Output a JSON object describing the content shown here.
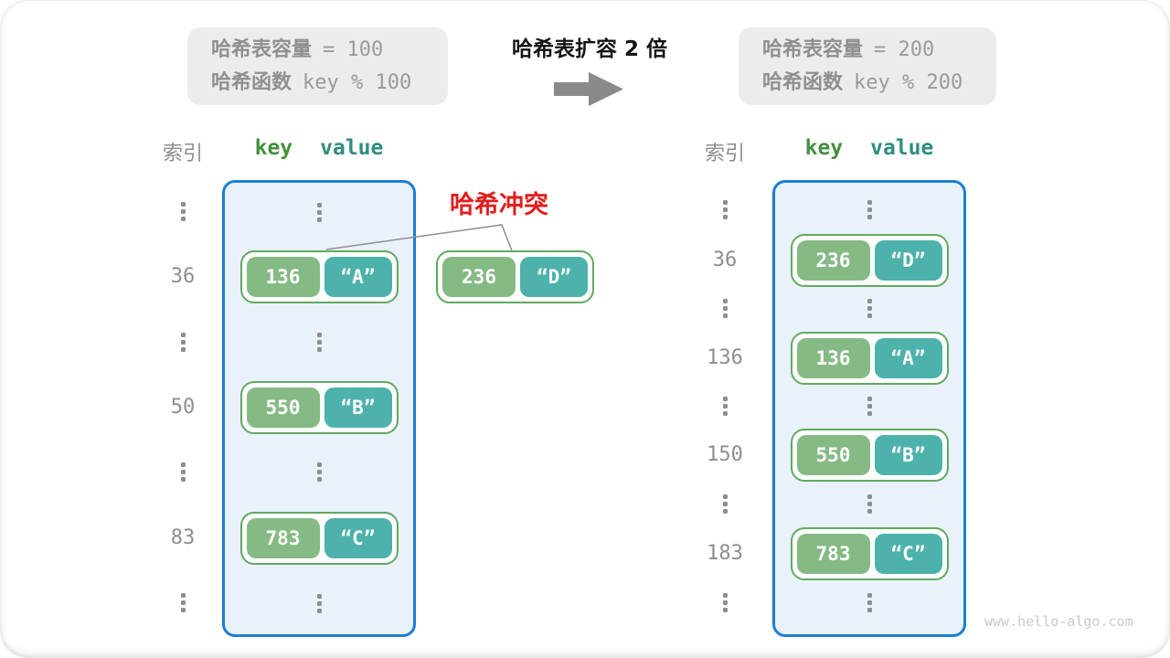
{
  "legend_left": {
    "line1_label": "哈希表容量",
    "line1_value": "= 100",
    "line2_label": "哈希函数",
    "line2_value": "key % 100"
  },
  "legend_right": {
    "line1_label": "哈希表容量",
    "line1_value": "= 200",
    "line2_label": "哈希函数",
    "line2_value": "key % 200"
  },
  "expand": {
    "title": "哈希表扩容 2 倍"
  },
  "collision_label": "哈希冲突",
  "headers": {
    "index": "索引",
    "key": "key",
    "value": "value"
  },
  "free_pair": {
    "key": "236",
    "value": "“D”"
  },
  "left_table": {
    "capacity": 100,
    "rows": [
      {
        "type": "dots"
      },
      {
        "type": "pair",
        "index": "36",
        "key": "136",
        "value": "“A”"
      },
      {
        "type": "dots"
      },
      {
        "type": "pair",
        "index": "50",
        "key": "550",
        "value": "“B”"
      },
      {
        "type": "dots"
      },
      {
        "type": "pair",
        "index": "83",
        "key": "783",
        "value": "“C”"
      },
      {
        "type": "dots"
      }
    ]
  },
  "right_table": {
    "capacity": 200,
    "rows": [
      {
        "type": "dots"
      },
      {
        "type": "pair",
        "index": "36",
        "key": "236",
        "value": "“D”"
      },
      {
        "type": "dots"
      },
      {
        "type": "pair",
        "index": "136",
        "key": "136",
        "value": "“A”"
      },
      {
        "type": "dots"
      },
      {
        "type": "pair",
        "index": "150",
        "key": "550",
        "value": "“B”"
      },
      {
        "type": "dots"
      },
      {
        "type": "pair",
        "index": "183",
        "key": "783",
        "value": "“C”"
      },
      {
        "type": "dots"
      }
    ]
  },
  "watermark": "www.hello-algo.com",
  "colors": {
    "table_fill": "#e9f2fb",
    "table_border": "#1b7ed6",
    "pill_border": "#60a960",
    "key_fill": "#85ba85",
    "value_fill": "#4cb2ab",
    "header_key": "#44903e",
    "header_value": "#2f8e7e",
    "collision_red": "#e11e1e",
    "legend_bg": "#ececec",
    "muted_gray": "#8e8e8e",
    "arrow_gray": "#8a8a8a"
  }
}
